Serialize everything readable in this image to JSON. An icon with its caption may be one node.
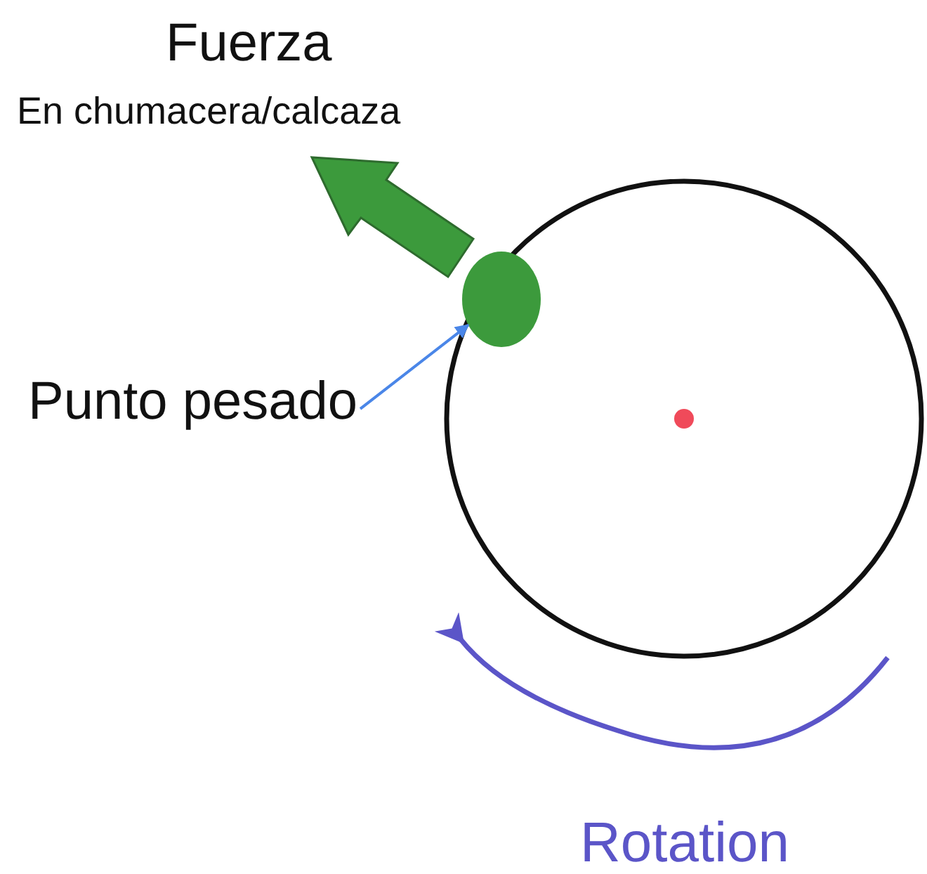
{
  "diagram": {
    "nodes": [
      {
        "text": [
          "Punto pesado"
        ]
      },
      {
        "text": [],
        "shape": "circle"
      }
    ],
    "edges": [
      {
        "from": 0,
        "to": 1,
        "arrow": "to"
      }
    ],
    "labels": [
      "Fuerza",
      "En chumacera/calcaza",
      "Rotation"
    ]
  }
}
